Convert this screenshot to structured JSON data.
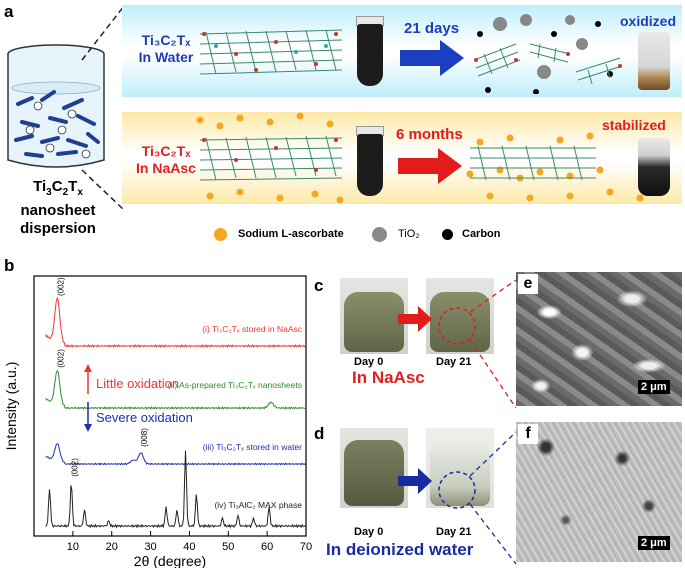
{
  "panels": {
    "a": "a",
    "b": "b",
    "c": "c",
    "d": "d",
    "e": "e",
    "f": "f"
  },
  "panel_a": {
    "beaker_caption_line1": "Ti",
    "beaker_caption_line1_sub": "3",
    "beaker_caption_line1_mid": "C",
    "beaker_caption_line1_sub2": "2",
    "beaker_caption_line1_end": "T",
    "beaker_caption_line1_sub3": "x",
    "beaker_caption_line2": "nanosheet",
    "beaker_caption_line3": "dispersion",
    "top_label_formula": "Ti₃C₂Tₓ",
    "top_label_medium": "In Water",
    "top_arrow_label": "21 days",
    "top_result": "oxidized",
    "bottom_label_formula": "Ti₃C₂Tₓ",
    "bottom_label_medium": "In NaAsc",
    "bottom_arrow_label": "6 months",
    "bottom_result": "stabilized",
    "legend": [
      {
        "label": "Sodium L-ascorbate",
        "color": "#f5a623"
      },
      {
        "label": "TiO₂",
        "color": "#8a8a8a"
      },
      {
        "label": "Carbon",
        "color": "#000000"
      }
    ],
    "colors": {
      "water_label": "#1f3bb3",
      "nasc_label": "#e02020",
      "top_arrow": "#1a3fc0",
      "bottom_arrow": "#e21b1b"
    }
  },
  "chart_data": {
    "type": "line",
    "xlabel": "2θ (degree)",
    "ylabel": "Intensity (a.u.)",
    "xlim": [
      0,
      70
    ],
    "xticks": [
      "10",
      "20",
      "30",
      "40",
      "50",
      "60",
      "70"
    ],
    "series": [
      {
        "name": "(i) Ti₃C₂Tₓ stored in NaAsc",
        "color": "#e53935",
        "peaks": [
          {
            "x": 6.0,
            "h": 1.0,
            "label": "(002)"
          }
        ]
      },
      {
        "name": "(ii) As-prepared Ti₃C₂Tₓ nanosheets",
        "color": "#2e8b2e",
        "peaks": [
          {
            "x": 6.0,
            "h": 0.9,
            "label": "(002)"
          },
          {
            "x": 61.0,
            "h": 0.15
          }
        ]
      },
      {
        "name": "(iii) Ti₃C₂Tₓ stored in water",
        "color": "#1f2fb0",
        "peaks": [
          {
            "x": 6.0,
            "h": 0.55
          },
          {
            "x": 25.5,
            "h": 0.12
          },
          {
            "x": 27.5,
            "h": 0.35,
            "label": "(008)"
          }
        ]
      },
      {
        "name": "(iv) Ti₃AlC₂ MAX phase",
        "color": "#222222",
        "peaks": [
          {
            "x": 4.0,
            "h": 0.7
          },
          {
            "x": 9.6,
            "h": 0.8,
            "label": "(002)"
          },
          {
            "x": 13.0,
            "h": 0.3
          },
          {
            "x": 19.2,
            "h": 0.1
          },
          {
            "x": 34.0,
            "h": 0.35
          },
          {
            "x": 36.8,
            "h": 0.3
          },
          {
            "x": 39.0,
            "h": 1.4
          },
          {
            "x": 41.8,
            "h": 0.6
          },
          {
            "x": 48.5,
            "h": 0.15
          },
          {
            "x": 52.5,
            "h": 0.2
          },
          {
            "x": 56.5,
            "h": 0.15
          },
          {
            "x": 60.5,
            "h": 0.35
          }
        ]
      }
    ],
    "annotations": [
      {
        "text": "Little oxidation",
        "color": "#e53935"
      },
      {
        "text": "Severe oxidation",
        "color": "#1f2fb0"
      }
    ]
  },
  "panel_c": {
    "day0": "Day 0",
    "day21": "Day 21",
    "caption": "In NaAsc",
    "caption_color": "#e02020"
  },
  "panel_d": {
    "day0": "Day 0",
    "day21": "Day 21",
    "caption": "In deionized water",
    "caption_color": "#1a2aa0"
  },
  "panel_e": {
    "scalebar": "2 μm"
  },
  "panel_f": {
    "scalebar": "2 μm"
  }
}
